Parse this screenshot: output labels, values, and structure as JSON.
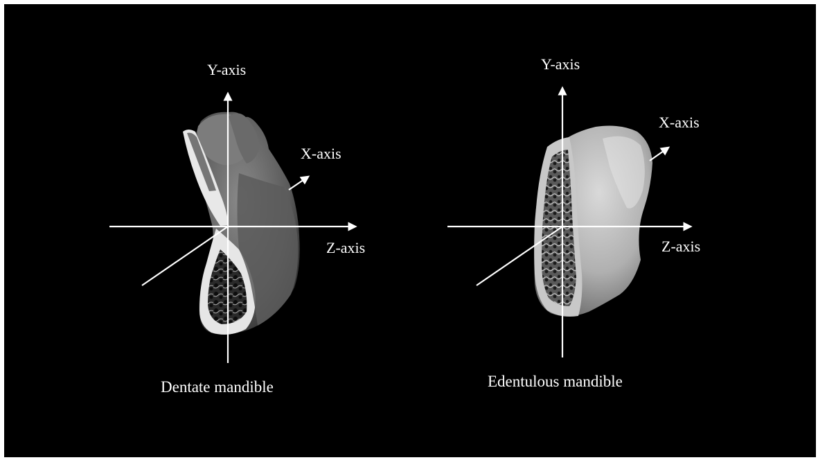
{
  "panels": [
    {
      "caption": "Dentate mandible",
      "axis_labels": {
        "y": "Y-axis",
        "x": "X-axis",
        "z": "Z-axis"
      }
    },
    {
      "caption": "Edentulous mandible",
      "axis_labels": {
        "y": "Y-axis",
        "x": "X-axis",
        "z": "Z-axis"
      }
    }
  ],
  "colors": {
    "background": "#000000",
    "axes": "#ffffff",
    "text": "#ffffff"
  }
}
